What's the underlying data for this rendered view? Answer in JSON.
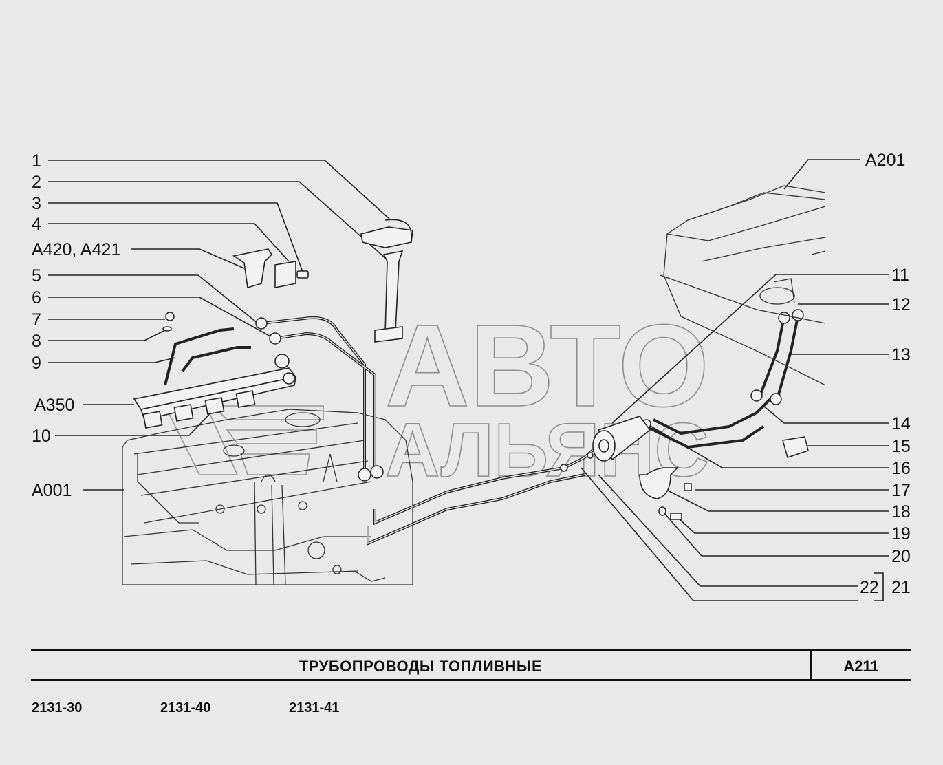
{
  "callouts_left": [
    {
      "id": "c1",
      "text": "1"
    },
    {
      "id": "c2",
      "text": "2"
    },
    {
      "id": "c3",
      "text": "3"
    },
    {
      "id": "c4",
      "text": "4"
    },
    {
      "id": "cA420",
      "text": "A420, A421"
    },
    {
      "id": "c5",
      "text": "5"
    },
    {
      "id": "c6",
      "text": "6"
    },
    {
      "id": "c7",
      "text": "7"
    },
    {
      "id": "c8",
      "text": "8"
    },
    {
      "id": "c9",
      "text": "9"
    },
    {
      "id": "cA350",
      "text": "A350"
    },
    {
      "id": "c10",
      "text": "10"
    },
    {
      "id": "cA001",
      "text": "A001"
    }
  ],
  "callouts_right": [
    {
      "id": "cA201",
      "text": "A201"
    },
    {
      "id": "c11",
      "text": "11"
    },
    {
      "id": "c12",
      "text": "12"
    },
    {
      "id": "c13",
      "text": "13"
    },
    {
      "id": "c14",
      "text": "14"
    },
    {
      "id": "c15",
      "text": "15"
    },
    {
      "id": "c16",
      "text": "16"
    },
    {
      "id": "c17",
      "text": "17"
    },
    {
      "id": "c18",
      "text": "18"
    },
    {
      "id": "c19",
      "text": "19"
    },
    {
      "id": "c20",
      "text": "20"
    },
    {
      "id": "c22",
      "text": "22"
    },
    {
      "id": "c21",
      "text": "21"
    }
  ],
  "watermark": {
    "line1": "АВТО",
    "line2": "АЛЬЯНС"
  },
  "title_block": {
    "title": "ТРУБОПРОВОДЫ   ТОПЛИВНЫЕ",
    "code": "A211"
  },
  "models": [
    "2131-30",
    "2131-40",
    "2131-41"
  ]
}
